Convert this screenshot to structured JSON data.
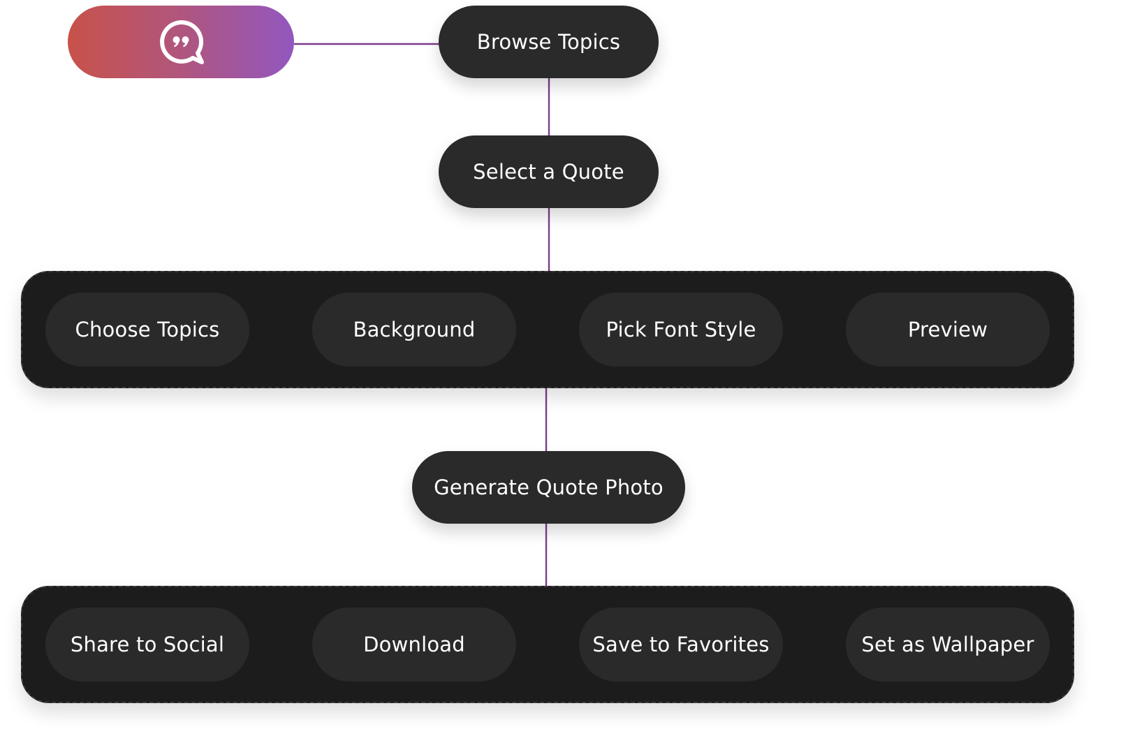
{
  "brand": {
    "icon": "quote-bubble-icon",
    "gradient": [
      "#c8524a",
      "#9257bf"
    ]
  },
  "colors": {
    "connector": "#7b3d8c",
    "node_bg": "#2a2a2a",
    "panel_bg": "#1c1c1c",
    "text": "#ffffff"
  },
  "steps": {
    "browse_topics": "Browse Topics",
    "select_quote": "Select a Quote",
    "generate_photo": "Generate Quote Photo"
  },
  "customize": [
    {
      "label": "Choose Topics"
    },
    {
      "label": "Background"
    },
    {
      "label": "Pick Font Style"
    },
    {
      "label": "Preview"
    }
  ],
  "actions": [
    {
      "label": "Share to Social"
    },
    {
      "label": "Download"
    },
    {
      "label": "Save to Favorites"
    },
    {
      "label": "Set as Wallpaper"
    }
  ]
}
